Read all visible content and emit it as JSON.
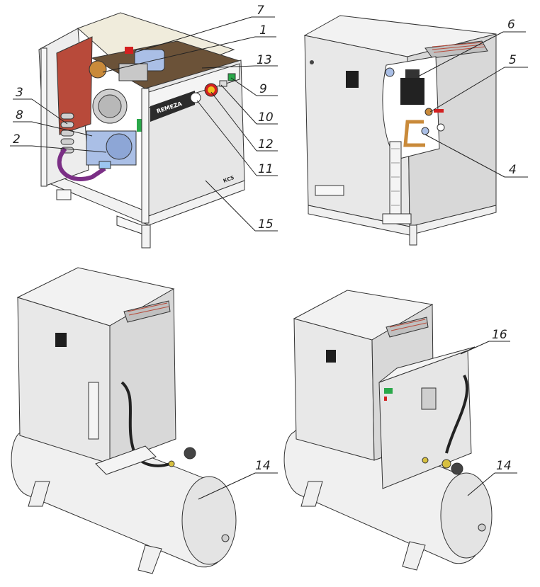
{
  "figure": {
    "brand_label": "REMEZA",
    "model_label": "КС5",
    "callouts": {
      "c1": "1",
      "c2": "2",
      "c3": "3",
      "c4": "4",
      "c5": "5",
      "c6": "6",
      "c7": "7",
      "c8": "8",
      "c9": "9",
      "c10": "10",
      "c11": "11",
      "c12": "12",
      "c13": "13",
      "c14a": "14",
      "c14b": "14",
      "c15": "15",
      "c16": "16"
    },
    "colors": {
      "panel": "#e6e6e6",
      "panel_dark": "#c8c8c8",
      "frame": "#f2eee0",
      "top_cover": "#6b5238",
      "vent_red": "#b84a3a",
      "hose_purple": "#7b2f86",
      "motor_blue": "#aabfe6",
      "pipe_copper": "#c98a3a",
      "stop_red": "#d32020",
      "indicator_green": "#2aa84a"
    }
  }
}
